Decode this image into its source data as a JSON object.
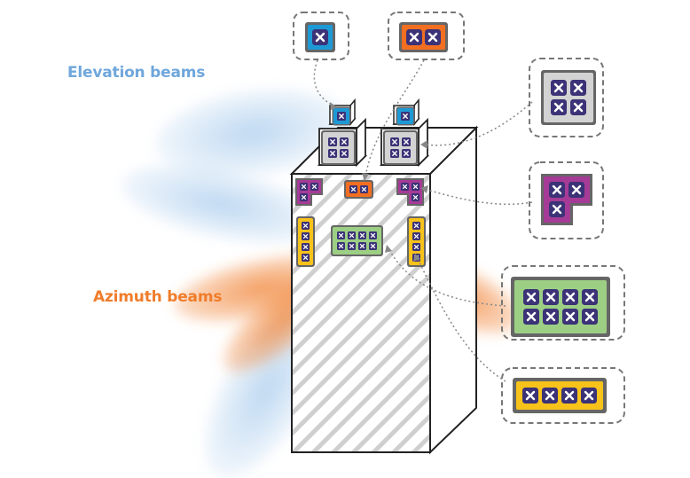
{
  "labels": {
    "elevation": "Elevation beams",
    "azimuth": "Azimuth beams"
  },
  "colors": {
    "elevation_beam": "#8ab9e6",
    "azimuth_beam": "#f07d2b",
    "elevation_text": "#6fa7dc",
    "azimuth_text": "#f07d2b",
    "tile_blue": "#1d9ad6",
    "tile_orange": "#f26f21",
    "tile_gray": "#d3d3d3",
    "tile_purple": "#a53b96",
    "tile_green": "#9ccf84",
    "tile_yellow": "#f7c21a",
    "element_fill": "#3b3277",
    "dash_outline": "#777777"
  },
  "icons": {
    "antenna_element": "x-in-square-icon",
    "callout_outline": "dashed-rounded-box"
  },
  "callouts": [
    {
      "id": "single-blue",
      "color": "blue",
      "rows": 1,
      "cols": 1,
      "elements": 1
    },
    {
      "id": "pair-orange",
      "color": "orange",
      "rows": 1,
      "cols": 2,
      "elements": 2
    },
    {
      "id": "quad-gray",
      "color": "gray",
      "rows": 2,
      "cols": 2,
      "elements": 4
    },
    {
      "id": "l-purple",
      "color": "purple",
      "shape": "L",
      "elements": 3
    },
    {
      "id": "grid-green",
      "color": "green",
      "rows": 2,
      "cols": 4,
      "elements": 8
    },
    {
      "id": "row-yellow",
      "color": "yellow",
      "rows": 1,
      "cols": 4,
      "elements": 4
    }
  ]
}
